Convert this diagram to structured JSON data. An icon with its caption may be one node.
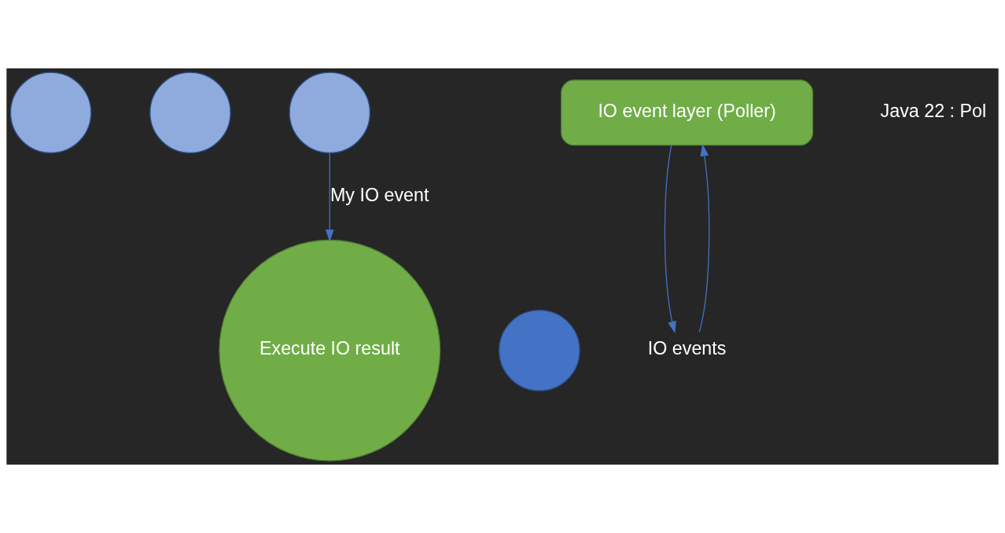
{
  "diagram": {
    "nodes": [
      {
        "text": [],
        "shape": "circle"
      },
      {
        "text": [],
        "shape": "circle"
      },
      {
        "text": [],
        "shape": "circle"
      },
      {
        "text": [
          "Execute IO result"
        ]
      },
      {
        "text": [],
        "shape": "circle"
      },
      {
        "text": [
          "IO event layer (Poller)"
        ]
      },
      {
        "text": [
          "IO events"
        ]
      }
    ],
    "edges": [
      {
        "from": 2,
        "to": 3,
        "arrow": "to",
        "label": "My IO event"
      },
      {
        "from": 5,
        "to": 6,
        "arrow": "to"
      },
      {
        "from": 6,
        "to": 5,
        "arrow": "to"
      }
    ],
    "labels": [
      "Java 22 : Pol"
    ]
  }
}
